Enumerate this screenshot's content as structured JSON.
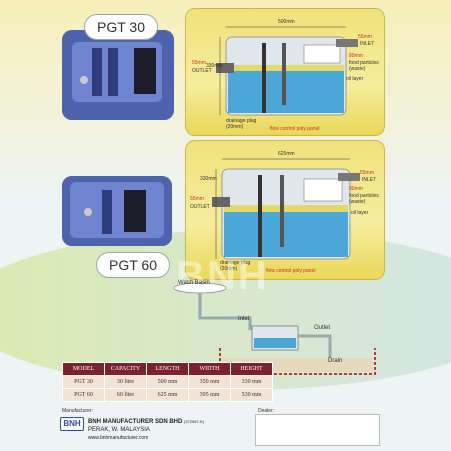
{
  "models": {
    "top_label": "PGT 30",
    "bottom_label": "PGT 60"
  },
  "diagram_top": {
    "width_dim": "500mm",
    "height_dim": "330mm",
    "inlet_dim": "55mm",
    "inlet_label": "INLET",
    "outlet_dim": "55mm",
    "outlet_label": "OUTLET",
    "food_dim": "80mm",
    "food_label": "food particles (waste)",
    "oil_label": "oil layer",
    "plug_label": "drainage plug (20mm)",
    "panel_label": "flow control poly panel"
  },
  "diagram_bottom": {
    "width_dim": "625mm",
    "height_dim": "330mm",
    "inlet_dim": "55mm",
    "inlet_label": "INLET",
    "outlet_dim": "55mm",
    "outlet_label": "OUTLET",
    "food_dim": "80mm",
    "food_label": "food particles (waste)",
    "oil_label": "oil layer",
    "plug_label": "drainage plug (20mm)",
    "panel_label": "flow control poly panel"
  },
  "install": {
    "wash_basin": "Wash Basin",
    "inlet": "Inlet",
    "outlet": "Outlet",
    "drain": "Drain"
  },
  "watermark": "BNH",
  "table": {
    "headers": [
      "MODEL",
      "CAPACITY",
      "LENGTH",
      "WIDTH",
      "HEIGHT"
    ],
    "rows": [
      [
        "PGT 30",
        "30 litre",
        "500 mm",
        "350 mm",
        "330 mm"
      ],
      [
        "PGT 60",
        "60 litre",
        "625 mm",
        "395 mm",
        "530 mm"
      ]
    ]
  },
  "footer": {
    "manufacturer_label": "Manufacturer:",
    "logo_text": "BNH",
    "company_name": "BNH MANUFACTURER SDN BHD",
    "company_reg": "(372557-K)",
    "location": "PERAK, W. MALAYSIA",
    "website": "www.bnhmanufacturer.com",
    "dealer_label": "Dealer:"
  }
}
